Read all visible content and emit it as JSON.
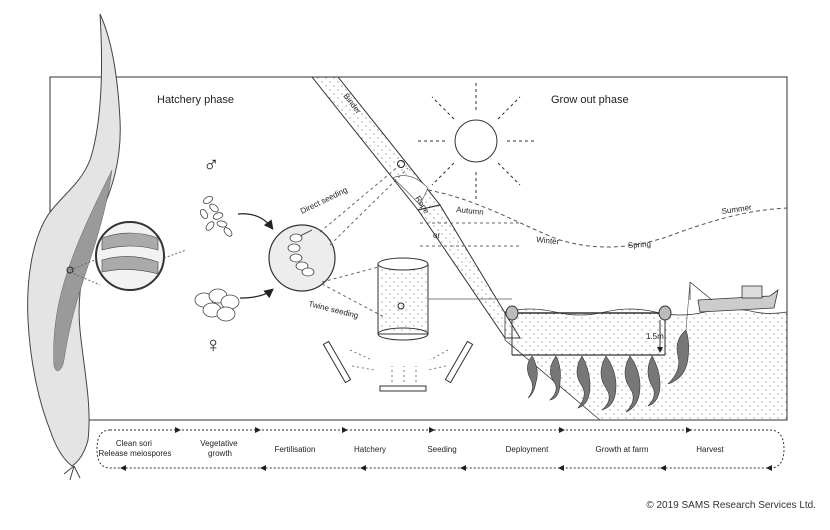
{
  "phases": {
    "hatchery": "Hatchery phase",
    "grow_out": "Grow out phase"
  },
  "labels": {
    "binder": "Binder",
    "rope": "Rope",
    "or": "or",
    "direct_seeding": "Direct seeding",
    "twine_seeding": "Twine seeding",
    "depth": "1.5m"
  },
  "seasons": {
    "autumn": "Autumn",
    "winter": "Winter",
    "spring": "Spring",
    "summer": "Summer"
  },
  "symbols": {
    "male": "♂",
    "female": "♀"
  },
  "timeline": {
    "clean_sori": [
      "Clean sori",
      "Release meiospores"
    ],
    "vegetative": [
      "Vegetative",
      "growth"
    ],
    "fertilisation": "Fertilisation",
    "hatchery": "Hatchery",
    "seeding": "Seeding",
    "deployment": "Deployment",
    "growth_at_farm": "Growth at farm",
    "harvest": "Harvest"
  },
  "copyright": "© 2019 SAMS Research Services Ltd."
}
